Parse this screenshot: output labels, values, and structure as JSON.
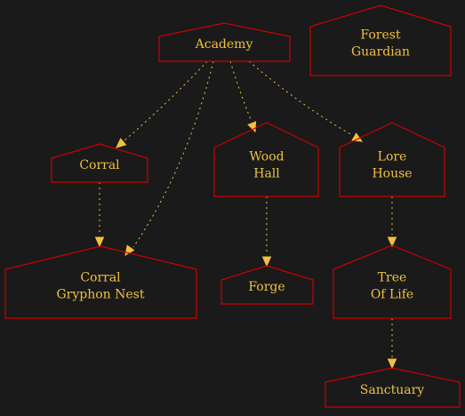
{
  "colors": {
    "background": "#1a1a1a",
    "node_stroke": "#cc0000",
    "label": "#f0c040",
    "edge": "#f0c040"
  },
  "nodes": [
    {
      "id": "academy",
      "lines": [
        "Academy"
      ]
    },
    {
      "id": "forest-guardian",
      "lines": [
        "Forest",
        "Guardian"
      ]
    },
    {
      "id": "corral",
      "lines": [
        "Corral"
      ]
    },
    {
      "id": "wood-hall",
      "lines": [
        "Wood",
        "Hall"
      ]
    },
    {
      "id": "lore-house",
      "lines": [
        "Lore",
        "House"
      ]
    },
    {
      "id": "corral-gryphon-nest",
      "lines": [
        "Corral",
        "Gryphon Nest"
      ]
    },
    {
      "id": "forge",
      "lines": [
        "Forge"
      ]
    },
    {
      "id": "tree-of-life",
      "lines": [
        "Tree",
        "Of Life"
      ]
    },
    {
      "id": "sanctuary",
      "lines": [
        "Sanctuary"
      ]
    }
  ],
  "edges": [
    {
      "from": "academy",
      "to": "corral"
    },
    {
      "from": "academy",
      "to": "corral-gryphon-nest"
    },
    {
      "from": "academy",
      "to": "wood-hall"
    },
    {
      "from": "academy",
      "to": "lore-house"
    },
    {
      "from": "corral",
      "to": "corral-gryphon-nest"
    },
    {
      "from": "wood-hall",
      "to": "forge"
    },
    {
      "from": "lore-house",
      "to": "tree-of-life"
    },
    {
      "from": "tree-of-life",
      "to": "sanctuary"
    }
  ]
}
